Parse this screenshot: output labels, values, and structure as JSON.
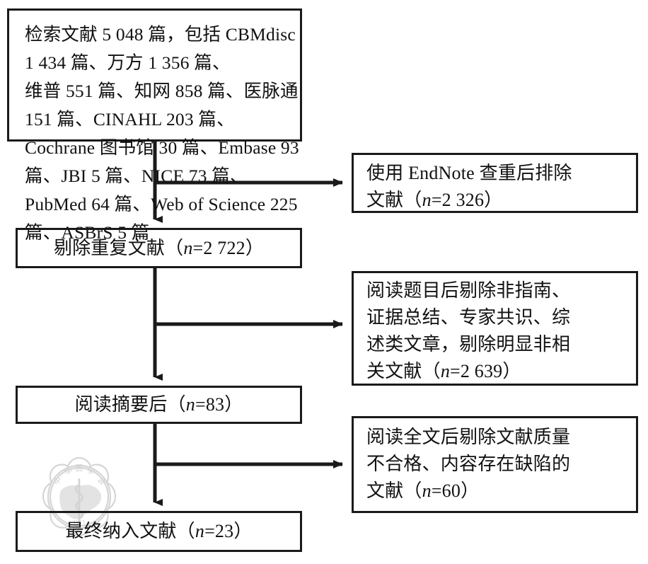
{
  "figure": {
    "type": "prisma-flow-diagram",
    "language": "zh-CN",
    "line_color": "#1a1a1a",
    "background_color": "#ffffff",
    "watermark_color": "#b4b4b4"
  },
  "watermark": {
    "name": "chinese-medical-association-seal",
    "ring_text_cn": "中华医学会",
    "ring_text_en": "CHINESE MEDICAL ASSOCIATION",
    "year": "1915"
  },
  "boxes": {
    "search": {
      "id": "box-search",
      "text": "检索文献 5 048 篇，包括 CBMdisc 1 434 篇、万方 1 356 篇、\n维普 551 篇、知网 858 篇、医脉通 151 篇、CINAHL 203 篇、\nCochrane 图书馆 30 篇、Embase 93 篇、JBI 5 篇、NICE 73 篇、\nPubMed 64 篇、Web of Science 225 篇、ASBrS 5 篇",
      "total": 5048,
      "sources": [
        {
          "name": "CBMdisc",
          "count": 1434
        },
        {
          "name": "万方",
          "count": 1356
        },
        {
          "name": "维普",
          "count": 551
        },
        {
          "name": "知网",
          "count": 858
        },
        {
          "name": "医脉通",
          "count": 151
        },
        {
          "name": "CINAHL",
          "count": 203
        },
        {
          "name": "Cochrane 图书馆",
          "count": 30
        },
        {
          "name": "Embase",
          "count": 93
        },
        {
          "name": "JBI",
          "count": 5
        },
        {
          "name": "NICE",
          "count": 73
        },
        {
          "name": "PubMed",
          "count": 64
        },
        {
          "name": "Web of Science",
          "count": 225
        },
        {
          "name": "ASBrS",
          "count": 5
        }
      ]
    },
    "dedup": {
      "id": "box-dedup",
      "label": "剔除重复文献（",
      "n_symbol": "n",
      "n_value": "=2 722）",
      "count": 2722
    },
    "abstract": {
      "id": "box-abstract",
      "label": "阅读摘要后（",
      "n_symbol": "n",
      "n_value": "=83）",
      "count": 83
    },
    "included": {
      "id": "box-included",
      "label": "最终纳入文献（",
      "n_symbol": "n",
      "n_value": "=23）",
      "count": 23
    },
    "excl_dup": {
      "id": "box-excl-dup",
      "line1": "使用 EndNote 查重后排除",
      "line2_prefix": "文献（",
      "n_symbol": "n",
      "line2_suffix": "=2 326）",
      "count": 2326
    },
    "excl_title": {
      "id": "box-excl-title",
      "line1": "阅读题目后剔除非指南、",
      "line2": "证据总结、专家共识、综",
      "line3": "述类文章，剔除明显非相",
      "line4_prefix": "关文献（",
      "n_symbol": "n",
      "line4_suffix": "=2 639）",
      "count": 2639
    },
    "excl_full": {
      "id": "box-excl-full",
      "line1": "阅读全文后剔除文献质量",
      "line2": "不合格、内容存在缺陷的",
      "line3_prefix": "文献（",
      "n_symbol": "n",
      "line3_suffix": "=60）",
      "count": 60
    }
  },
  "connectors": [
    {
      "name": "search-to-dedup",
      "from": "search",
      "to": "dedup",
      "direction": "down"
    },
    {
      "name": "dedup-branch-excluded",
      "from": "search-trunk",
      "to": "excl_dup",
      "direction": "right"
    },
    {
      "name": "dedup-to-abstract",
      "from": "dedup",
      "to": "abstract",
      "direction": "down"
    },
    {
      "name": "title-branch-excluded",
      "from": "dedup-trunk",
      "to": "excl_title",
      "direction": "right"
    },
    {
      "name": "abstract-to-included",
      "from": "abstract",
      "to": "included",
      "direction": "down"
    },
    {
      "name": "fulltext-branch-excluded",
      "from": "abstract-trunk",
      "to": "excl_full",
      "direction": "right"
    }
  ]
}
